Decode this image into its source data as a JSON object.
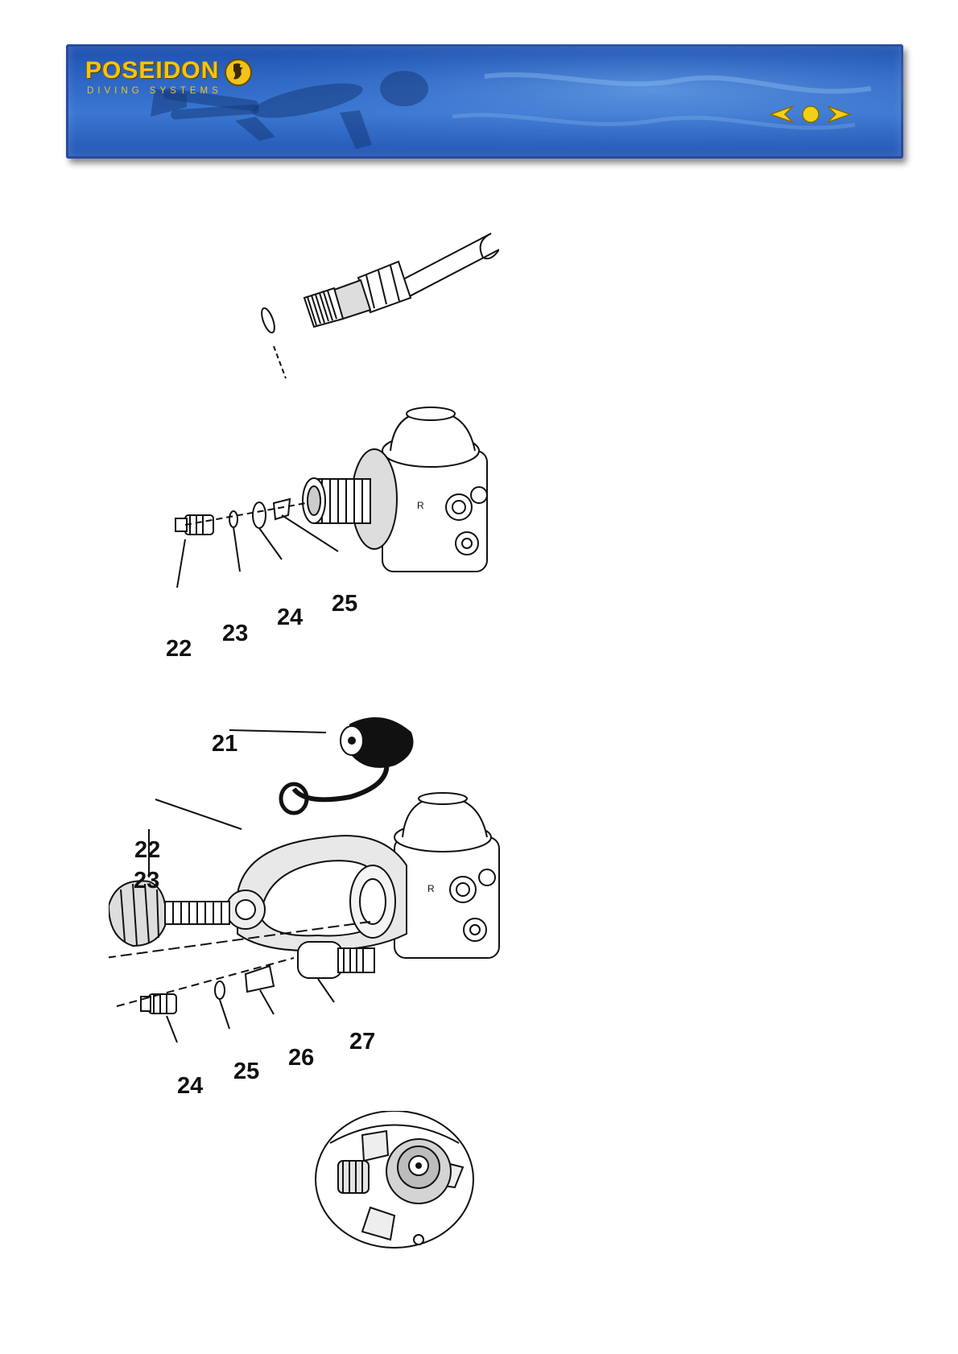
{
  "header": {
    "brand": "POSEIDON",
    "tagline": "DIVING SYSTEMS",
    "nav": {
      "prev_icon": "arrow-left-icon",
      "home_icon": "circle-dot-icon",
      "next_icon": "arrow-right-icon"
    },
    "colors": {
      "banner_blue": "#2f68c6",
      "logo_gold": "#f2c318"
    }
  },
  "figures": {
    "hose_connection": {
      "labels": []
    },
    "din_plug_assembly": {
      "labels": [
        "22",
        "23",
        "24",
        "25"
      ]
    },
    "yoke_assembly": {
      "labels": [
        "21",
        "22",
        "23",
        "24",
        "25",
        "26",
        "27"
      ]
    },
    "first_stage_end_view": {
      "labels": []
    }
  }
}
